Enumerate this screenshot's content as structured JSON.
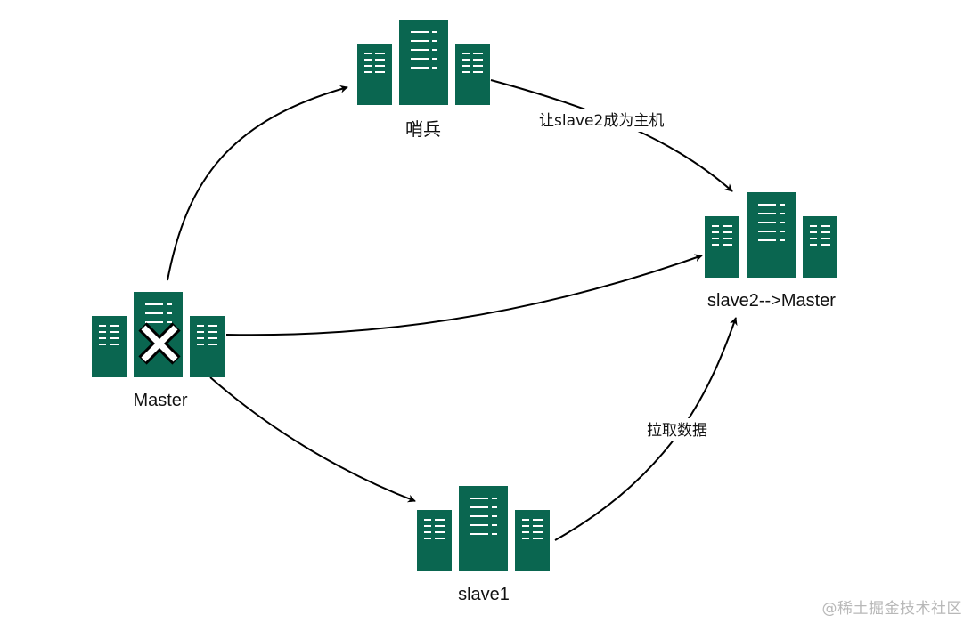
{
  "diagram": {
    "server_color": "#0a6650",
    "server_line_color": "#ffffff",
    "edge_color": "#000000",
    "failure_mark": "x-icon",
    "nodes": {
      "sentinel": {
        "label": "哨兵"
      },
      "new_master": {
        "label": "slave2-->Master"
      },
      "old_master": {
        "label": "Master",
        "failed": true
      },
      "slave1": {
        "label": "slave1"
      }
    },
    "edges": {
      "master_to_sentinel": {
        "label": ""
      },
      "sentinel_to_new_master": {
        "label": "让slave2成为主机"
      },
      "master_to_new_master": {
        "label": ""
      },
      "master_to_slave1": {
        "label": ""
      },
      "slave1_to_new_master": {
        "label": "拉取数据"
      }
    }
  },
  "watermark": "@稀土掘金技术社区"
}
